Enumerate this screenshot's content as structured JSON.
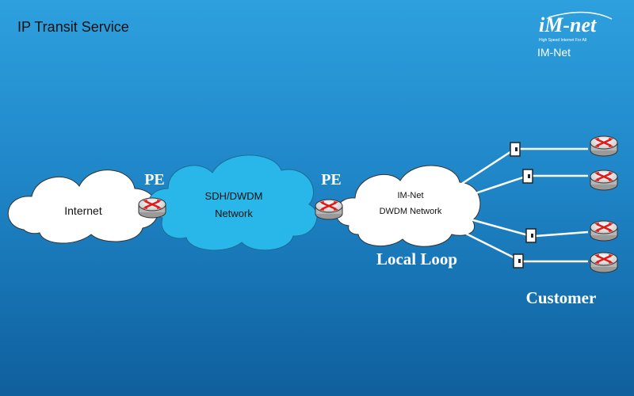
{
  "header": {
    "title": "IP Transit Service"
  },
  "logo": {
    "wordmark": "iM-net",
    "tagline": "High Speed Internet For All",
    "caption": "IM-Net"
  },
  "nodes": {
    "internet": "Internet",
    "sdh": [
      "SDH/DWDM",
      "Network"
    ],
    "imnet": [
      "IM-Net",
      "DWDM Network"
    ],
    "pe_left": "PE",
    "pe_right": "PE"
  },
  "labels": {
    "local_loop": "Local Loop",
    "customer": "Customer"
  },
  "icons": {
    "router": "router-icon",
    "terminator": "line-terminator-icon",
    "cloud": "cloud-icon"
  },
  "colors": {
    "background_top": "#2ea0de",
    "background_bottom": "#0f5f9c",
    "cloud_white": "#ffffff",
    "cloud_blue": "#29b6e8",
    "router_arrow": "#e01818"
  }
}
